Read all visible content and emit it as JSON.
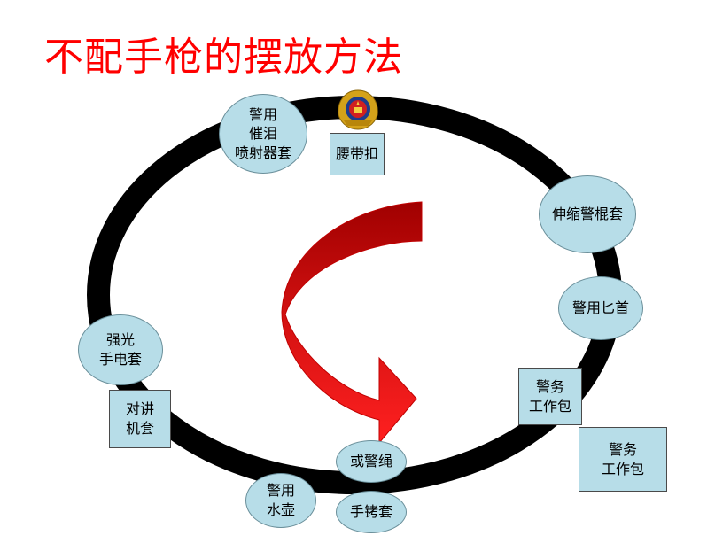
{
  "title": "不配手枪的摆放方法",
  "colors": {
    "title": "#ff0000",
    "ring": "#000000",
    "node_fill": "#b7dde8",
    "arrow_dark": "#a00000",
    "arrow_light": "#ff2020"
  },
  "emblem": {
    "icon": "police-badge-icon"
  },
  "nodes": {
    "pepper_spray": "警用\n催泪\n喷射器套",
    "belt_buckle": "腰带扣",
    "baton": "伸缩警棍套",
    "dagger": "警用匕首",
    "work_bag_1": "警务\n工作包",
    "work_bag_2": "警务\n工作包",
    "rope": "或警绳",
    "handcuffs": "手铐套",
    "water_bottle": "警用\n水壶",
    "radio": "对讲\n机套",
    "flashlight": "强光\n手电套"
  }
}
